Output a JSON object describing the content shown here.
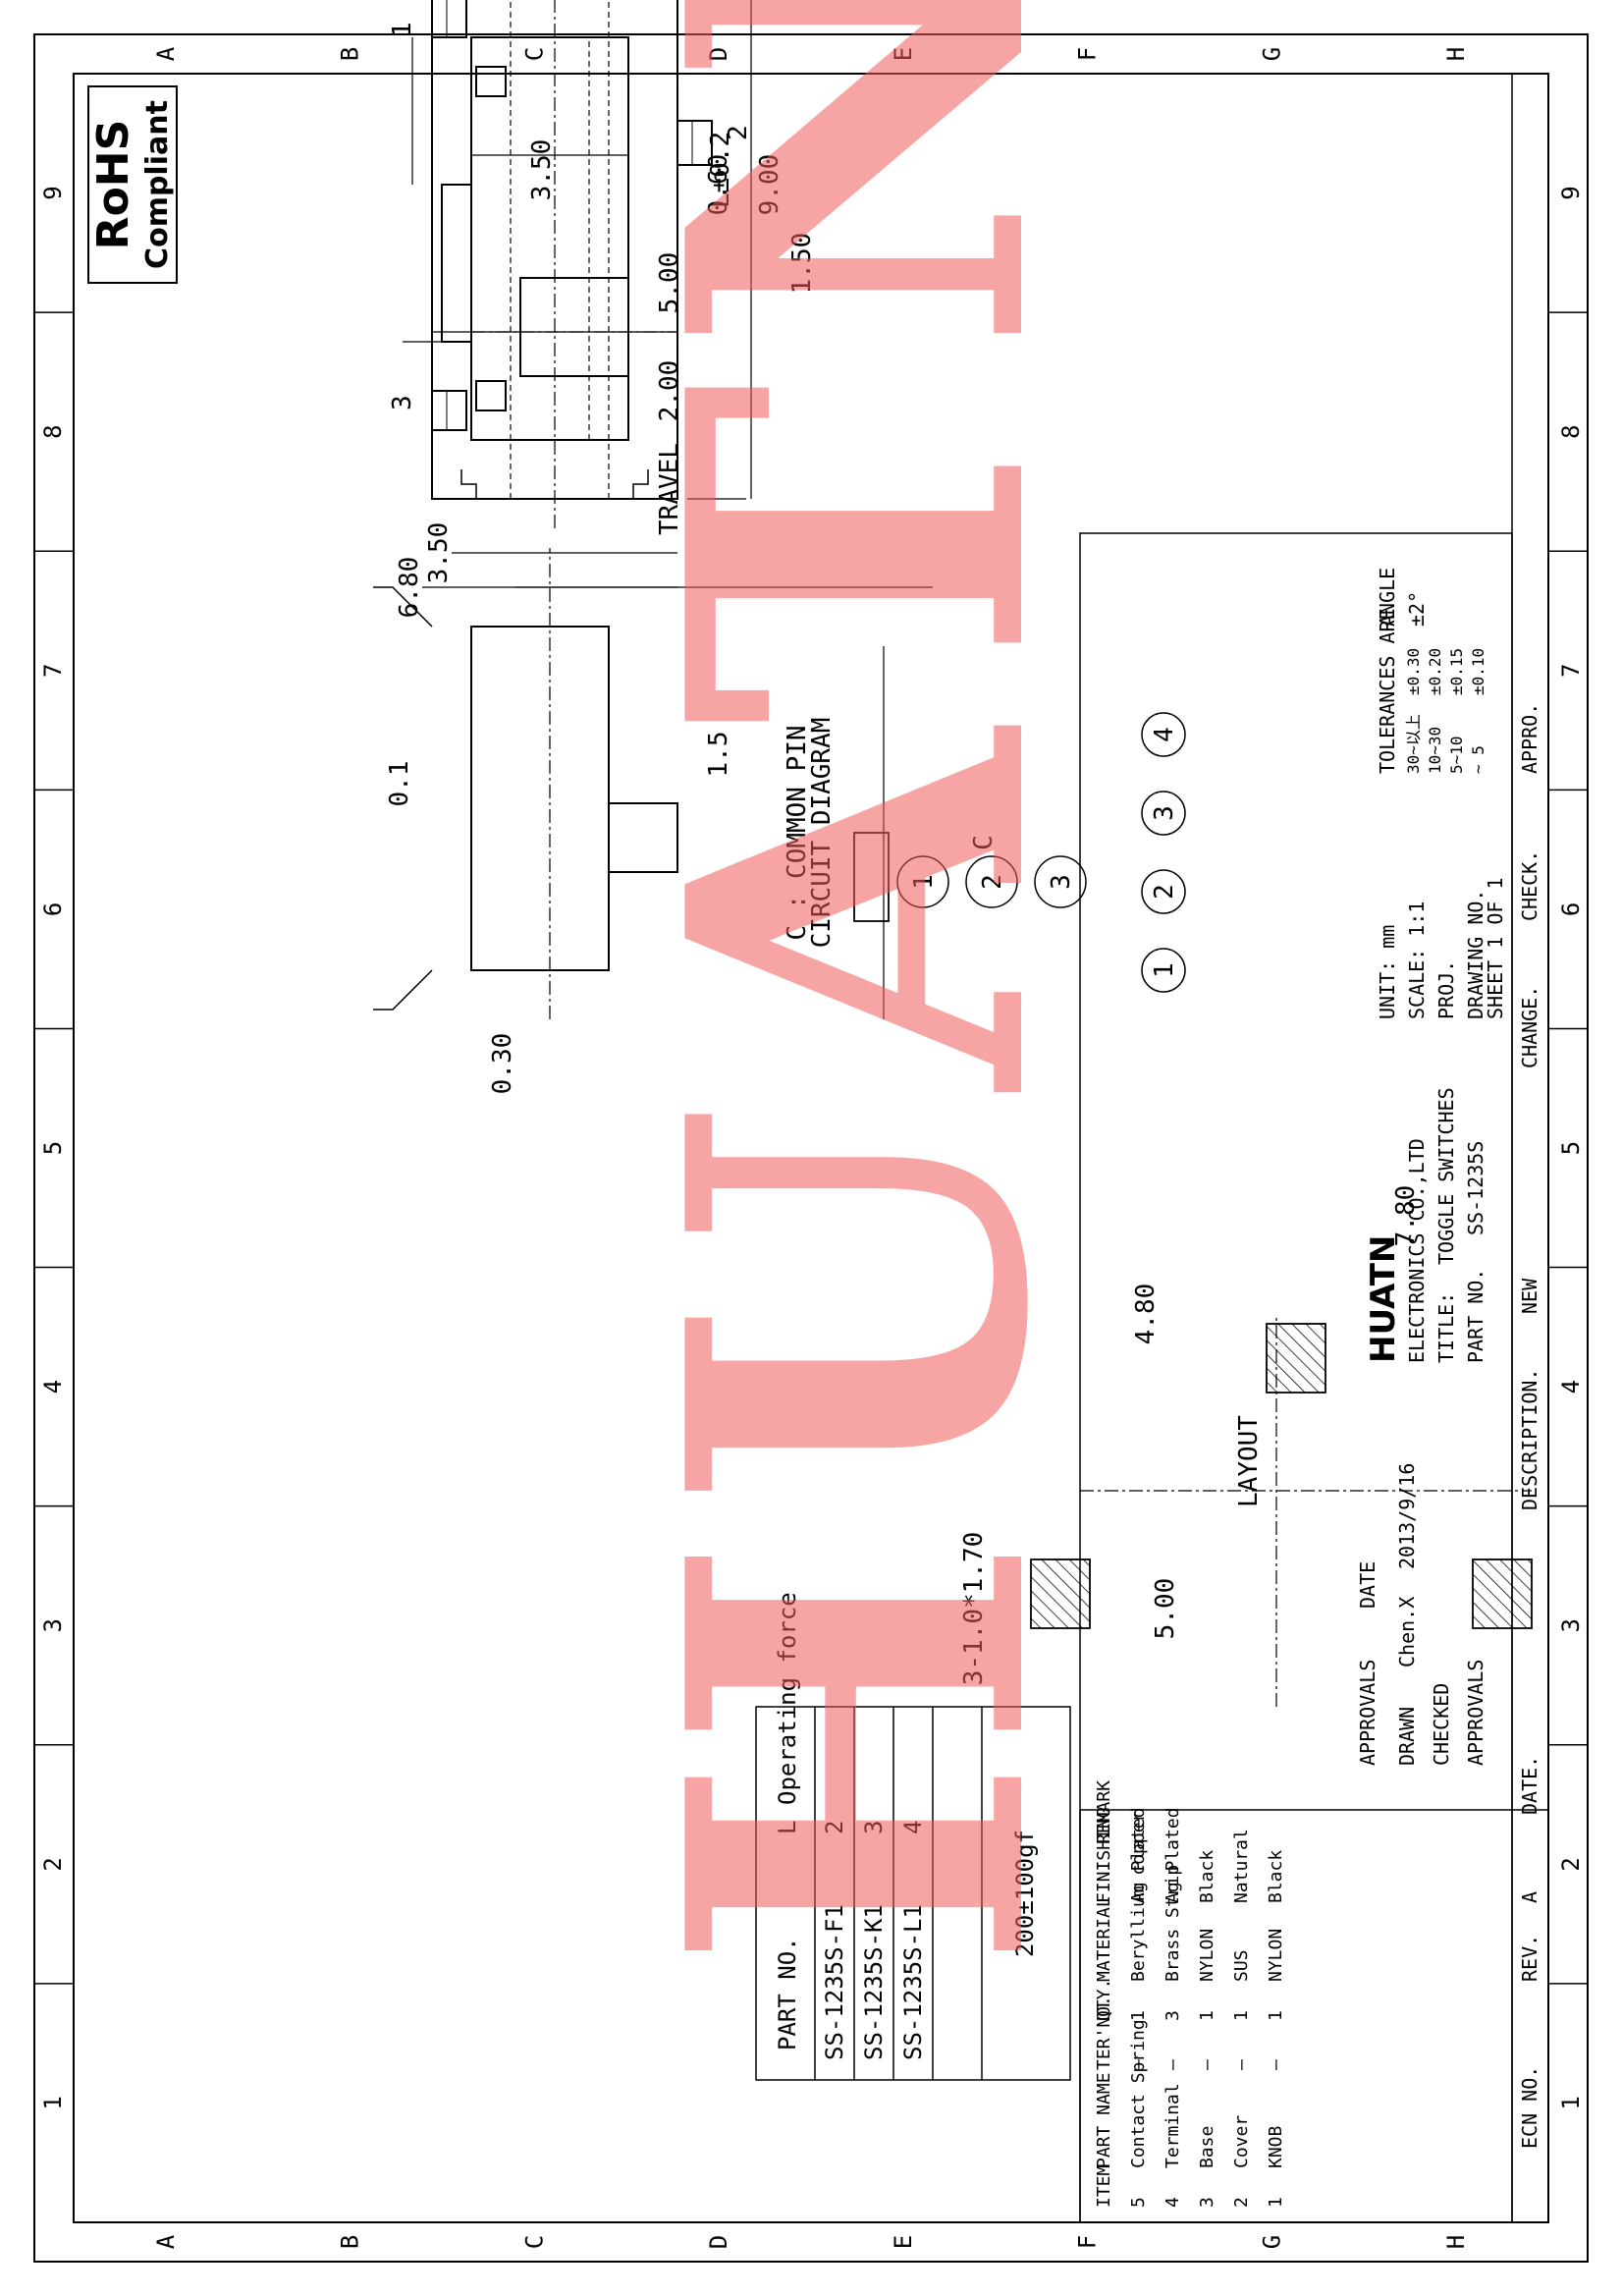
{
  "border": {
    "cols": [
      "1",
      "2",
      "3",
      "4",
      "5",
      "6",
      "7",
      "8",
      "9"
    ],
    "rows": [
      "A",
      "B",
      "C",
      "D",
      "E",
      "F",
      "G",
      "H"
    ]
  },
  "badge": {
    "line1": "RoHS",
    "line2": "Compliant"
  },
  "top_view": {
    "pin1": "1",
    "pin2": "2",
    "pin3": "3",
    "dim_900": "9.00",
    "dim_060": "0.60",
    "dim_350": "3.50",
    "dim_680": "6.80",
    "dim_500": "5.00",
    "dim_200": "2.00",
    "travel": "TRAVEL"
  },
  "side_view": {
    "dim_350": "3.50",
    "dim_L": "L±0.2",
    "dim_150": "1.50"
  },
  "front_view": {
    "callouts": [
      "1",
      "2",
      "3",
      "4"
    ],
    "dim_15": "1.5",
    "dim_030": "0.30",
    "flatness": "0.1"
  },
  "circuit": {
    "pins": [
      "1",
      "2",
      "3"
    ],
    "common_mark": "C",
    "title": "CIRCUIT DIAGRAM",
    "subtitle": "C : COMMON PIN"
  },
  "layout": {
    "label": "LAYOUT",
    "holes": "3-1.0*1.70",
    "dim_480": "4.80",
    "dim_500": "5.00",
    "dim_780": "7.80"
  },
  "part_table": {
    "headers": [
      "PART NO.",
      "L",
      "Operating force"
    ],
    "rows": [
      [
        "SS-1235S-F1",
        "2"
      ],
      [
        "SS-1235S-K1",
        "3"
      ],
      [
        "SS-1235S-L1",
        "4"
      ]
    ],
    "force": "200±100gf"
  },
  "bom": {
    "headers": [
      "ITEM",
      "PART NAME",
      "TER'NO.",
      "QTY.",
      "MATERIAL",
      "FINISHING",
      "REMARK"
    ],
    "rows": [
      [
        "5",
        "Contact Spring",
        "—",
        "1",
        "Beryllium copper",
        "Ag Plated",
        ""
      ],
      [
        "4",
        "Terminal",
        "—",
        "3",
        "Brass Strip",
        "Ag Plated",
        ""
      ],
      [
        "3",
        "Base",
        "—",
        "1",
        "NYLON",
        "Black",
        ""
      ],
      [
        "2",
        "Cover",
        "—",
        "1",
        "SUS",
        "Natural",
        ""
      ],
      [
        "1",
        "KNOB",
        "—",
        "1",
        "NYLON",
        "Black",
        ""
      ]
    ]
  },
  "revision": {
    "ecn_label": "ECN NO.",
    "rev_label": "REV.",
    "rev_value": "A",
    "date_label": "DATE.",
    "desc_label": "DESCRIPTION.",
    "desc_value": "NEW",
    "change_label": "CHANGE.",
    "check_label": "CHECK.",
    "appro_label": "APPRO."
  },
  "title_block": {
    "approvals": "APPROVALS",
    "date": "DATE",
    "drawn": "DRAWN",
    "drawn_by": "Chen.X",
    "drawn_date": "2013/9/16",
    "checked": "CHECKED",
    "approvals_row": "APPROVALS",
    "company_logo": "HUATN",
    "company": "ELECTRONICS CO.,LTD",
    "title_label": "TITLE:",
    "title_value": "TOGGLE SWITCHES",
    "partno_label": "PART NO.",
    "partno_value": "SS-1235S",
    "unit": "UNIT: mm",
    "scale": "SCALE: 1:1",
    "proj": "PROJ.",
    "drawing_no": "DRAWING NO.",
    "sheet": "SHEET 1 OF 1",
    "tol_label": "TOLERANCES ARE",
    "angle_label": "ANGLE",
    "angle_value": "±2°",
    "tol_ranges": [
      "30~以上",
      "10~30",
      "5~10",
      "~ 5"
    ],
    "tol_values": [
      "±0.30",
      "±0.20",
      "±0.15",
      "±0.10"
    ]
  },
  "watermark": "HUATN"
}
